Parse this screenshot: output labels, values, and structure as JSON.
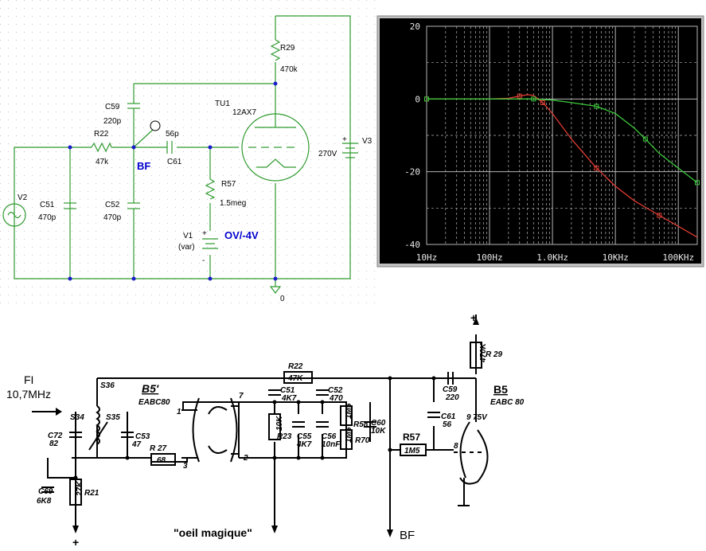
{
  "circuit": {
    "labels": {
      "r29": "R29",
      "r29_val": "470k",
      "tu1": "TU1",
      "tu1_val": "12AX7",
      "c59": "C59",
      "c59_val": "220p",
      "r22": "R22",
      "r22_val": "47k",
      "probe_val": "56p",
      "bf": "BF",
      "c61": "C61",
      "r57": "R57",
      "r57_val": "1.5meg",
      "v1": "V1",
      "v1_val": "(var)",
      "v1_range": "OV/-4V",
      "v2": "V2",
      "c51": "C51",
      "c51_val": "470p",
      "c52": "C52",
      "c52_val": "470p",
      "v3": "V3",
      "v3_val": "270V",
      "ground": "0",
      "plus": "+",
      "minus": "-"
    }
  },
  "plot": {
    "colors": {
      "background": "#000000",
      "red": "#e03c32",
      "green": "#3cc83c",
      "grid": "#b4b4b4"
    },
    "chart_data": {
      "type": "line",
      "x_scale": "log",
      "xlim": [
        10,
        200000
      ],
      "ylim": [
        -40,
        20
      ],
      "grid": true,
      "ytick_labels": [
        "20",
        "0",
        "-20",
        "-40"
      ],
      "xtick_labels": [
        "10Hz",
        "100Hz",
        "1.0KHz",
        "10KHz",
        "100KHz"
      ],
      "series": [
        {
          "color": "red",
          "x": [
            10,
            100,
            200,
            300,
            400,
            500,
            700,
            1000,
            2000,
            5000,
            10000,
            20000,
            50000,
            100000,
            200000
          ],
          "y": [
            0,
            0,
            0.2,
            0.8,
            1.2,
            1.0,
            -1,
            -4,
            -11,
            -19,
            -24,
            -28,
            -32,
            -35,
            -38
          ]
        },
        {
          "color": "green",
          "x": [
            10,
            100,
            200,
            500,
            1000,
            2000,
            5000,
            10000,
            20000,
            30000,
            50000,
            100000,
            200000
          ],
          "y": [
            0,
            0,
            0,
            0,
            -0.3,
            -1,
            -2,
            -4,
            -8,
            -11,
            -15,
            -19,
            -23
          ]
        }
      ]
    }
  },
  "schematic": {
    "labels": {
      "fi": "FI",
      "fi_freq": "10,7MHz",
      "s36": "S36",
      "s34": "S34",
      "s35": "S35",
      "b5p": "B5'",
      "b5p_type": "EABC80",
      "r22": "R22",
      "r22_val": "47K",
      "c51": "C51",
      "c51_val": "4K7",
      "c52": "C52",
      "c52_val": "470",
      "r29": "R 29",
      "r29_val": "470K",
      "c59": "C59",
      "c59_val": "220",
      "b5": "B5",
      "b5_type": "EABC 80",
      "c72": "C72",
      "c72_val": "82",
      "c53": "C53",
      "c53_val": "47",
      "r27": "R 27",
      "r27_val": "68",
      "r23": "R23",
      "r23_val": "10K",
      "c55": "C55",
      "c55_val": "4K7",
      "c56": "C56",
      "c56_val": "10nF",
      "r58": "R58",
      "r58_val": "1M5",
      "r70": "R70",
      "r70_val": "1M5",
      "c60": "C60",
      "c60_val": "10K",
      "c61": "C61",
      "c61_val": "56",
      "r57": "R57",
      "r57_val": "1M5",
      "r21": "R21",
      "r21_val": "27K",
      "c69": "C69",
      "c69_val": "6K8",
      "pin1": "1",
      "pin2": "2",
      "pin3": "3",
      "pin7": "7",
      "pin8": "8",
      "pin9": "9",
      "v75": "75V",
      "oeil": "\"oeil magique\"",
      "bf": "BF",
      "plus": "+"
    }
  }
}
